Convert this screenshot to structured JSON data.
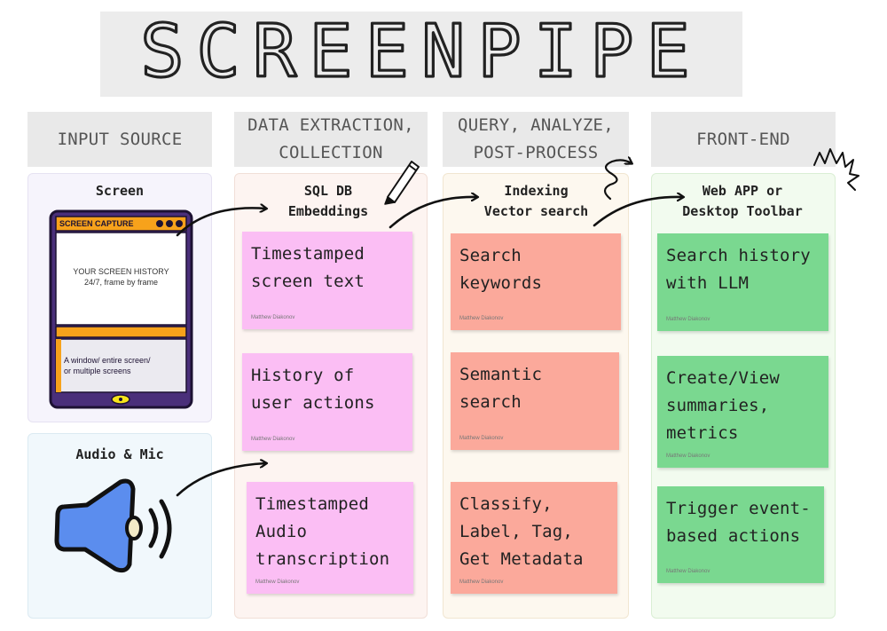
{
  "title": "SCREENPIPE",
  "columns": [
    {
      "header": "INPUT SOURCE"
    },
    {
      "header": "DATA EXTRACTION,\nCOLLECTION",
      "subtitle": "SQL DB\nEmbeddings"
    },
    {
      "header": "QUERY, ANALYZE,\nPOST-PROCESS",
      "subtitle": "Indexing\nVector search"
    },
    {
      "header": "FRONT-END",
      "subtitle": "Web APP or\nDesktop Toolbar"
    }
  ],
  "inputs": {
    "screen": {
      "label": "Screen",
      "card_title": "SCREEN CAPTURE",
      "card_body": "YOUR SCREEN HISTORY\n24/7, frame by frame",
      "card_footer": "A window/ entire screen/\nor multiple screens"
    },
    "audio": {
      "label": "Audio & Mic"
    }
  },
  "stickies": {
    "extraction": [
      {
        "text": "Timestamped\nscreen text",
        "author": "Matthew Diakonov"
      },
      {
        "text": "History of\nuser actions",
        "author": "Matthew Diakonov"
      },
      {
        "text": "Timestamped\nAudio\ntranscription",
        "author": "Matthew Diakonov"
      }
    ],
    "query": [
      {
        "text": "Search\nkeywords",
        "author": "Matthew Diakonov"
      },
      {
        "text": "Semantic\nsearch",
        "author": "Matthew Diakonov"
      },
      {
        "text": "Classify,\nLabel, Tag,\nGet Metadata",
        "author": "Matthew Diakonov"
      }
    ],
    "frontend": [
      {
        "text": "Search history\nwith LLM",
        "author": "Matthew Diakonov"
      },
      {
        "text": "Create/View\nsummaries,\nmetrics",
        "author": "Matthew Diakonov"
      },
      {
        "text": "Trigger event-\nbased actions",
        "author": "Matthew Diakonov"
      }
    ]
  },
  "colors": {
    "pink": "#fbbef4",
    "salmon": "#fba99b",
    "green": "#7ad890",
    "speaker": "#5b8dee",
    "card_frame": "#4a2f7a",
    "card_accent": "#f7a21b"
  },
  "icons": [
    "speaker-icon",
    "pencil-icon",
    "squiggle-icon",
    "arrow-icon",
    "screen-capture-card"
  ]
}
